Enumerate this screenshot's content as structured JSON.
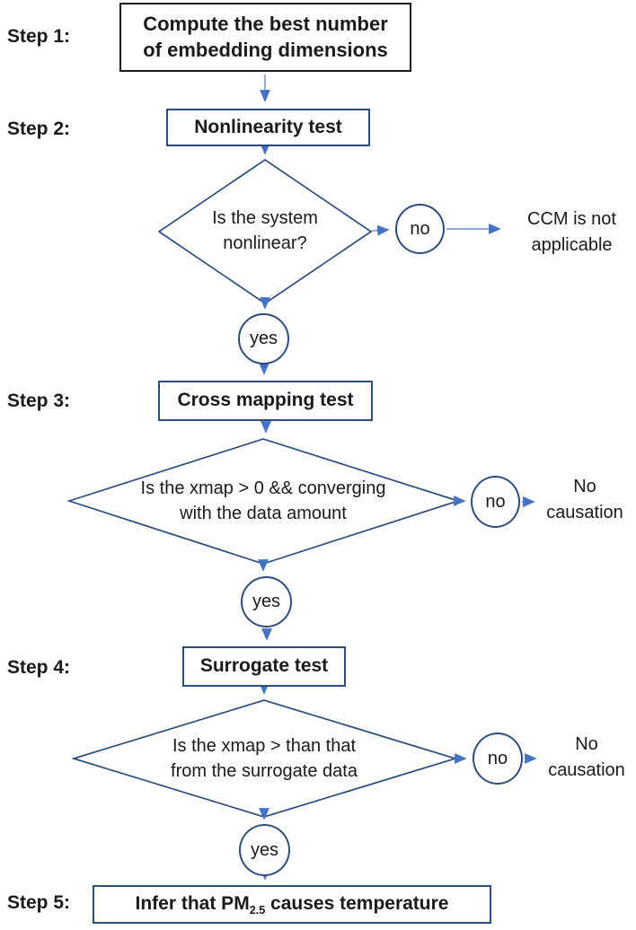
{
  "colors": {
    "background": "#ffffff",
    "shape_outline_blue": "#2e4d7c",
    "step1_outline_dark": "#1c1c1c",
    "arrow_line": "#7f9fd8",
    "arrow_head": "#4472c4",
    "text": "#1a1a1a"
  },
  "step_labels": {
    "s1": "Step 1:",
    "s2": "Step 2:",
    "s3": "Step 3:",
    "s4": "Step 4:",
    "s5": "Step 5:"
  },
  "boxes": {
    "box1_line1": "Compute the best number",
    "box1_line2": "of embedding dimensions",
    "box2": "Nonlinearity test",
    "box3": "Cross mapping test",
    "box4": "Surrogate test",
    "box5_prefix": "Infer that PM",
    "box5_sub": "2.5",
    "box5_suffix": " causes temperature"
  },
  "decisions": {
    "d1_line1": "Is the system",
    "d1_line2": "nonlinear?",
    "d2_line1": "Is the xmap > 0 && converging",
    "d2_line2": "with the data amount",
    "d3_line1": "Is the xmap > than that",
    "d3_line2": "from the surrogate data"
  },
  "labels": {
    "no": "no",
    "yes": "yes"
  },
  "outcomes": {
    "o1_line1": "CCM is not",
    "o1_line2": "applicable",
    "o2_line1": "No",
    "o2_line2": "causation",
    "o3_line1": "No",
    "o3_line2": "causation"
  }
}
